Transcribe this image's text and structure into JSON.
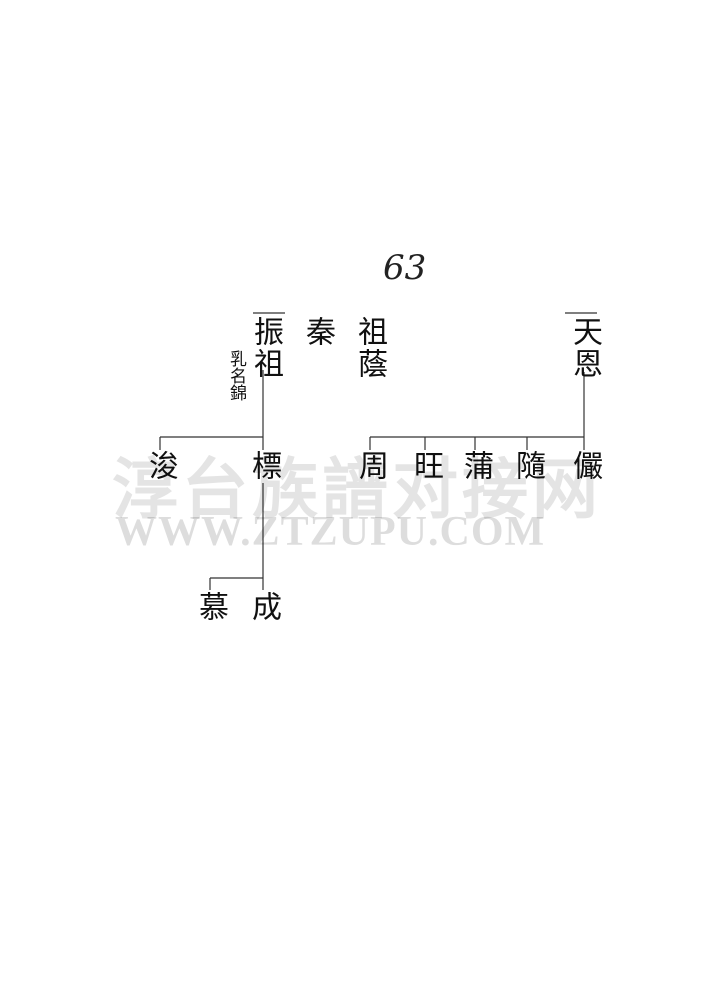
{
  "page_number": "63",
  "watermark": {
    "line1": "淳台族譜对接网",
    "line2": "WWW.ZTZUPU.COM"
  },
  "tree": {
    "left": {
      "ancestor": "振祖",
      "ancestor_note": "乳名錦",
      "sibling": "秦",
      "children": [
        "浚",
        "標"
      ],
      "grandchildren": [
        "慕",
        "成"
      ]
    },
    "middle": {
      "name": "祖蔭"
    },
    "right": {
      "ancestor": "天恩",
      "children": [
        "周",
        "旺",
        "蒲",
        "隨",
        "儼"
      ]
    }
  }
}
